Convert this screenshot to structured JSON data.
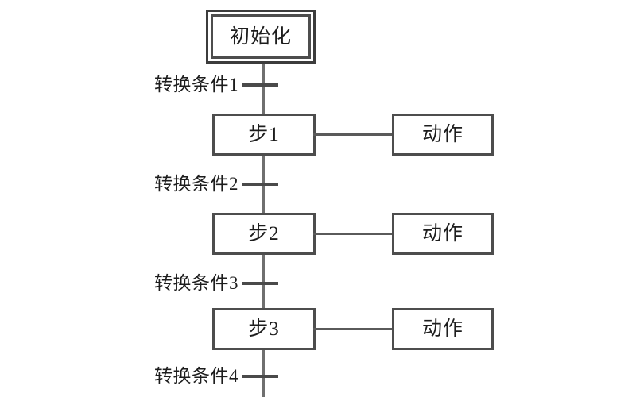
{
  "diagram": {
    "type": "sequential-function-chart",
    "title_text": "",
    "colors": {
      "line": "#6f6f6f",
      "box_border": "#4d4d4d",
      "outer_border": "#3c3c3c",
      "text": "#1d1d1d",
      "background": "#ffffff"
    },
    "init_step": {
      "label": "初始化"
    },
    "steps": [
      {
        "label": "步1",
        "action_label": "动作"
      },
      {
        "label": "步2",
        "action_label": "动作"
      },
      {
        "label": "步3",
        "action_label": "动作"
      }
    ],
    "transitions": [
      {
        "label": "转换条件1"
      },
      {
        "label": "转换条件2"
      },
      {
        "label": "转换条件3"
      },
      {
        "label": "转换条件4"
      }
    ]
  }
}
